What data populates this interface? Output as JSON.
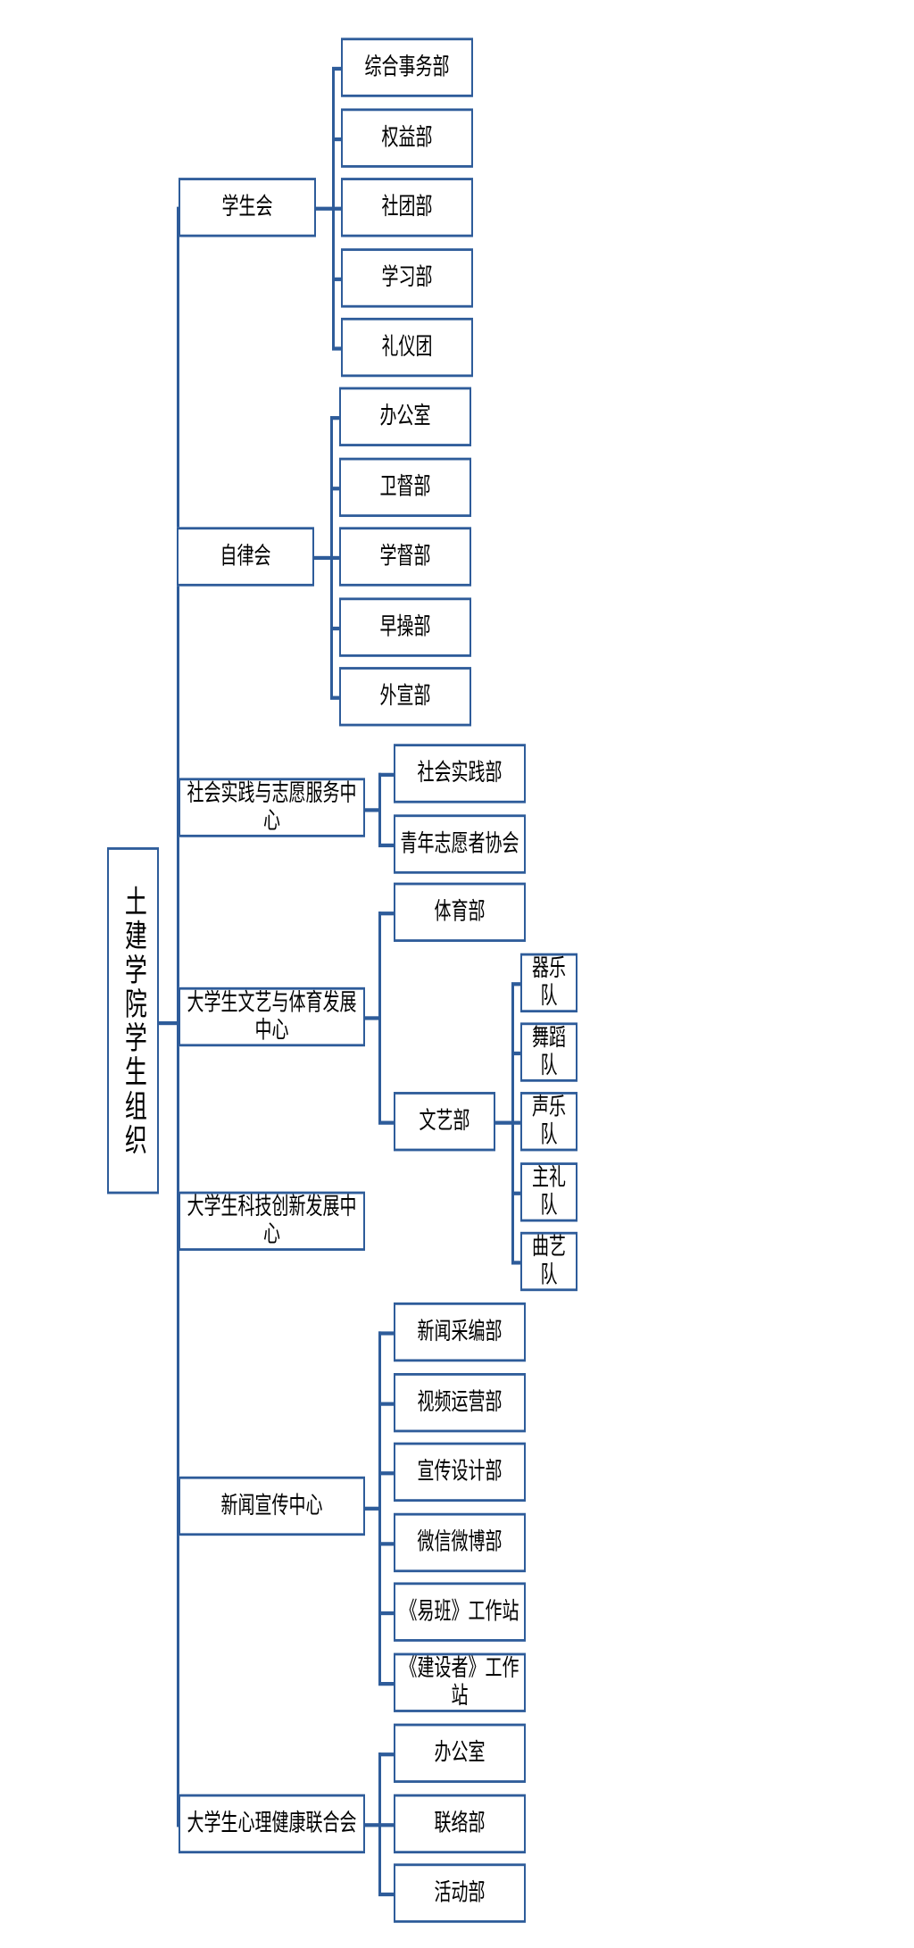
{
  "diagram": {
    "title_text": "土建学院学生组织",
    "type": "organization-chart",
    "accent_color": "#2E5C9A",
    "background_color": "#FFFFFF",
    "root": {
      "label": "土建学院学生组织",
      "orientation": "vertical-text"
    },
    "branches": [
      {
        "label": "学生会",
        "children": [
          {
            "label": "综合事务部"
          },
          {
            "label": "权益部"
          },
          {
            "label": "社团部"
          },
          {
            "label": "学习部"
          },
          {
            "label": "礼仪团"
          }
        ]
      },
      {
        "label": "自律会",
        "children": [
          {
            "label": "办公室"
          },
          {
            "label": "卫督部"
          },
          {
            "label": "学督部"
          },
          {
            "label": "早操部"
          },
          {
            "label": "外宣部"
          }
        ]
      },
      {
        "label": "社会实践与志愿服务中心",
        "children": [
          {
            "label": "社会实践部"
          },
          {
            "label": "青年志愿者协会"
          }
        ]
      },
      {
        "label": "大学生文艺与体育发展中心",
        "children": [
          {
            "label": "体育部",
            "children": []
          },
          {
            "label": "文艺部",
            "children": [
              {
                "label": "器乐队"
              },
              {
                "label": "舞蹈队"
              },
              {
                "label": "声乐队"
              },
              {
                "label": "主礼队"
              },
              {
                "label": "曲艺队"
              }
            ]
          }
        ]
      },
      {
        "label": "大学生科技创新发展中心",
        "children": []
      },
      {
        "label": "新闻宣传中心",
        "children": [
          {
            "label": "新闻采编部"
          },
          {
            "label": "视频运营部"
          },
          {
            "label": "宣传设计部"
          },
          {
            "label": "微信微博部"
          },
          {
            "label": "《易班》工作站"
          },
          {
            "label": "《建设者》工作站"
          }
        ]
      },
      {
        "label": "大学生心理健康联合会",
        "children": [
          {
            "label": "办公室"
          },
          {
            "label": "联络部"
          },
          {
            "label": "活动部"
          }
        ]
      }
    ]
  }
}
